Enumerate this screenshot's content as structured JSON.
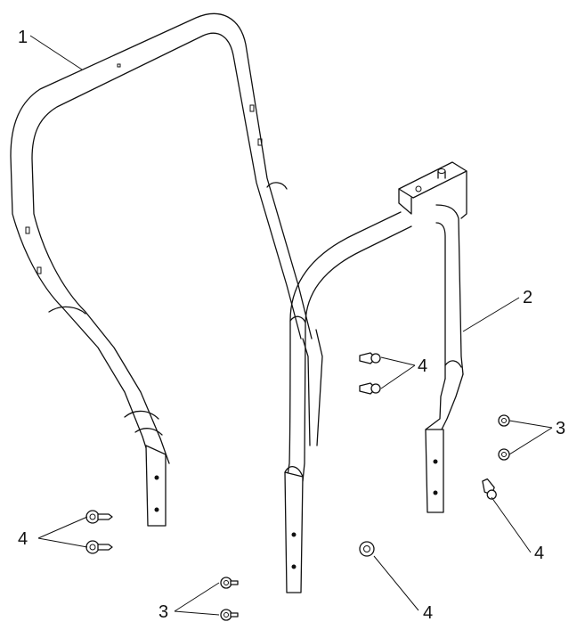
{
  "callouts": {
    "c1": "1",
    "c2": "2",
    "c3_right": "3",
    "c3_bottom": "3",
    "c4_left": "4",
    "c4_center": "4",
    "c4_right": "4",
    "c4_bottom": "4"
  }
}
